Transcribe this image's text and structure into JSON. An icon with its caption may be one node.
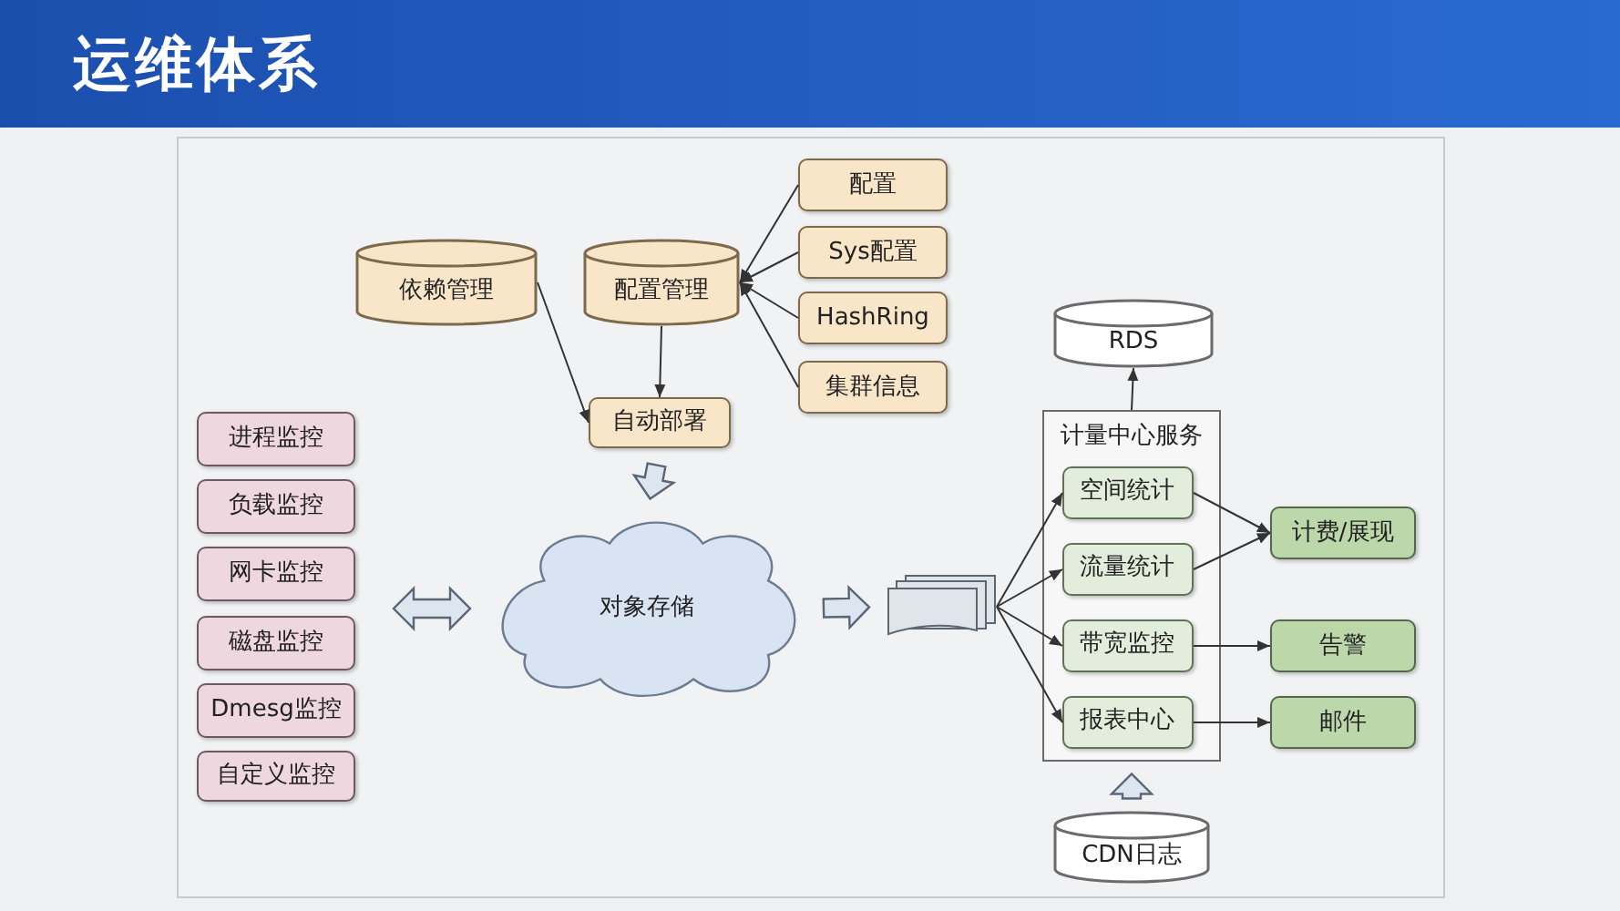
{
  "diagram": {
    "title": "运维体系",
    "nodes": [
      {
        "text": [
          "依赖管理"
        ]
      },
      {
        "text": [
          "配置管理"
        ]
      },
      {
        "text": [
          "配置"
        ]
      },
      {
        "text": [
          "Sys配置"
        ]
      },
      {
        "text": [
          "HashRing"
        ]
      },
      {
        "text": [
          "集群信息"
        ]
      },
      {
        "text": [
          "自动部署"
        ]
      },
      {
        "text": [
          "进程监控"
        ]
      },
      {
        "text": [
          "负载监控"
        ]
      },
      {
        "text": [
          "网卡监控"
        ]
      },
      {
        "text": [
          "磁盘监控"
        ]
      },
      {
        "text": [
          "Dmesg监控"
        ]
      },
      {
        "text": [
          "自定义监控"
        ]
      },
      {
        "text": [
          "对象存储"
        ]
      },
      {
        "text": [],
        "shape": "document"
      },
      {
        "text": [
          "RDS"
        ]
      },
      {
        "text": [
          "计量中心服务"
        ]
      },
      {
        "text": [
          "空间统计"
        ],
        "in": 16
      },
      {
        "text": [
          "流量统计"
        ],
        "in": 16
      },
      {
        "text": [
          "带宽监控"
        ],
        "in": 16
      },
      {
        "text": [
          "报表中心"
        ],
        "in": 16
      },
      {
        "text": [
          "计费/展现"
        ]
      },
      {
        "text": [
          "告警"
        ]
      },
      {
        "text": [
          "邮件"
        ]
      },
      {
        "text": [
          "CDN日志"
        ]
      }
    ],
    "edges": [
      {
        "from": 2,
        "to": 1,
        "arrow": "to"
      },
      {
        "from": 3,
        "to": 1,
        "arrow": "to"
      },
      {
        "from": 4,
        "to": 1,
        "arrow": "to"
      },
      {
        "from": 5,
        "to": 1,
        "arrow": "to"
      },
      {
        "from": 0,
        "to": 6,
        "arrow": "to"
      },
      {
        "from": 1,
        "to": 6,
        "arrow": "to"
      },
      {
        "from": 6,
        "to": 13,
        "arrow": "to",
        "style": "thick"
      },
      {
        "from": null,
        "to": 13,
        "arrow": "both",
        "style": "thick"
      },
      {
        "from": 13,
        "to": 14,
        "arrow": "to",
        "style": "thick"
      },
      {
        "from": 14,
        "to": 17,
        "arrow": "to"
      },
      {
        "from": 14,
        "to": 18,
        "arrow": "to"
      },
      {
        "from": 14,
        "to": 19,
        "arrow": "to"
      },
      {
        "from": 14,
        "to": 20,
        "arrow": "to"
      },
      {
        "from": 16,
        "to": 15,
        "arrow": "to"
      },
      {
        "from": 17,
        "to": 21,
        "arrow": "to"
      },
      {
        "from": 18,
        "to": 21,
        "arrow": "to"
      },
      {
        "from": 19,
        "to": 22,
        "arrow": "to"
      },
      {
        "from": 20,
        "to": 23,
        "arrow": "to"
      },
      {
        "from": 24,
        "to": 16,
        "arrow": "to",
        "style": "thick"
      }
    ]
  }
}
